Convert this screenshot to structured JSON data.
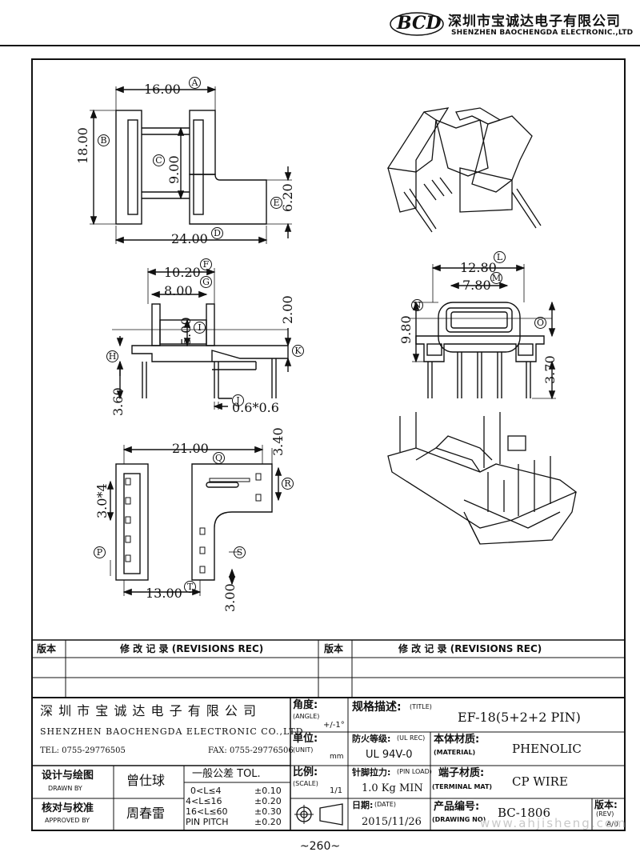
{
  "header": {
    "logo_text": "BCD",
    "company_cn": "深圳市宝诚达电子有限公司",
    "company_en": "SHENZHEN BAOCHENGDA ELECTRONIC.,LTD"
  },
  "dims": {
    "top": {
      "w16": "16.00",
      "a": "A",
      "h18": "18.00",
      "b": "B",
      "c": "C",
      "h9": "9.00",
      "h6": "6.20",
      "e": "E",
      "w24": "24.00",
      "d": "D"
    },
    "side": {
      "w10": "10.20",
      "f": "F",
      "w8": "8.00",
      "g": "G",
      "h5": "5.00",
      "i": "I",
      "h2": "2.00",
      "h": "H",
      "k": "K",
      "h36": "3.60",
      "j": "J",
      "pin": "0.6*0.6"
    },
    "front": {
      "w128": "12.80",
      "l": "L",
      "w78": "7.80",
      "m": "M",
      "n": "N",
      "h98": "9.80",
      "o": "O",
      "h37": "3.70"
    },
    "bottom": {
      "w21": "21.00",
      "q": "Q",
      "h34": "3.40",
      "r": "R",
      "p34": "3.0*4",
      "p": "P",
      "s": "S",
      "w13": "13.00",
      "t": "T",
      "h3": "3.00"
    }
  },
  "table": {
    "rev_label": "版本",
    "rev_title": "修  改  记  录   (REVISIONS REC)",
    "rev_label2": "版本",
    "rev_title2": "修  改  记  录   (REVISIONS REC)",
    "company_cn": "深 圳 市 宝 诚 达 电 子 有 限 公 司",
    "company_en": "SHENZHEN BAOCHENGDA ELECTRONIC CO.,LTD",
    "tel": "TEL: 0755-29776505",
    "fax": "FAX: 0755-29776506",
    "angle_cn": "角度:",
    "angle_en": "(ANGLE)",
    "angle_val": "+/-1°",
    "unit_cn": "单位:",
    "unit_en": "(UNIT)",
    "unit_val": "mm",
    "scale_cn": "比例:",
    "scale_en": "(SCALE)",
    "scale_val": "1/1",
    "title_cn": "规格描述:",
    "title_en": "(TITLE)",
    "title_val": "EF-18(5+2+2 PIN)",
    "ul_cn": "防火等级:",
    "ul_en": "(UL REC)",
    "ul_val": "UL 94V-0",
    "mat_cn": "本体材质:",
    "mat_en": "(MATERIAL)",
    "mat_val": "PHENOLIC",
    "pin_cn": "针脚拉力:",
    "pin_en": "(PIN LOAD)",
    "pin_val": "1.0 Kg MIN",
    "term_cn": "端子材质:",
    "term_en": "(TERMINAL MAT)",
    "term_val": "CP WIRE",
    "date_cn": "日期:",
    "date_en": "(DATE)",
    "date_val": "2015/11/26",
    "dwg_cn": "产品编号:",
    "dwg_en": "(DRAWING NO)",
    "dwg_val": "BC-1806",
    "rev2_cn": "版本:",
    "rev2_en": "(REV)",
    "rev2_val": "A/0",
    "drawn_cn": "设计与绘图",
    "drawn_en": "DRAWN BY",
    "drawn_val": "曾仕球",
    "appr_cn": "核对与校准",
    "appr_en": "APPROVED BY",
    "appr_val": "周春雷",
    "tol_title": "一般公差 TOL.",
    "tol_rows": [
      {
        "range": "0<L≤4",
        "val": "±0.10"
      },
      {
        "range": "4<L≤16",
        "val": "±0.20"
      },
      {
        "range": "16<L≤60",
        "val": "±0.30"
      },
      {
        "range": "PIN PITCH",
        "val": "±0.20"
      }
    ]
  },
  "footer": {
    "page": "~260~",
    "watermark": "www.ahjisheng.com"
  }
}
